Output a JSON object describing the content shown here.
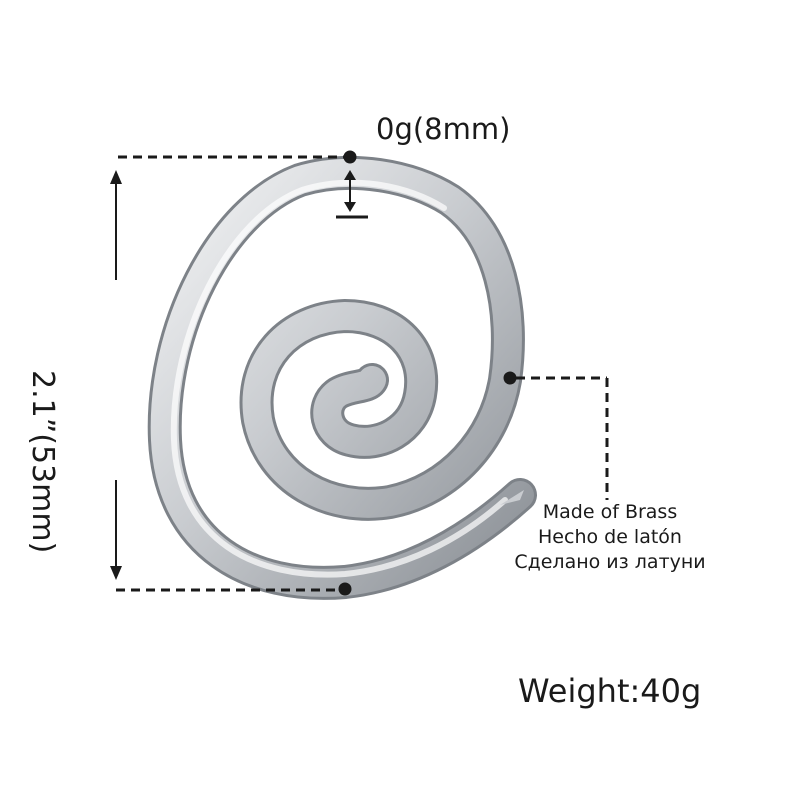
{
  "product": {
    "gauge_label": "0g(8mm)",
    "height_label": "2.1”(53mm)",
    "material_lines": [
      "Made of Brass",
      "Hecho de latón",
      "Сделано из латуни"
    ],
    "weight_label": "Weight:40g"
  },
  "colors": {
    "metal_highlight": "#f4f5f6",
    "metal_mid": "#c9ccd0",
    "metal_shadow": "#7d8288",
    "annotation": "#1a1a1a",
    "background": "#ffffff"
  }
}
